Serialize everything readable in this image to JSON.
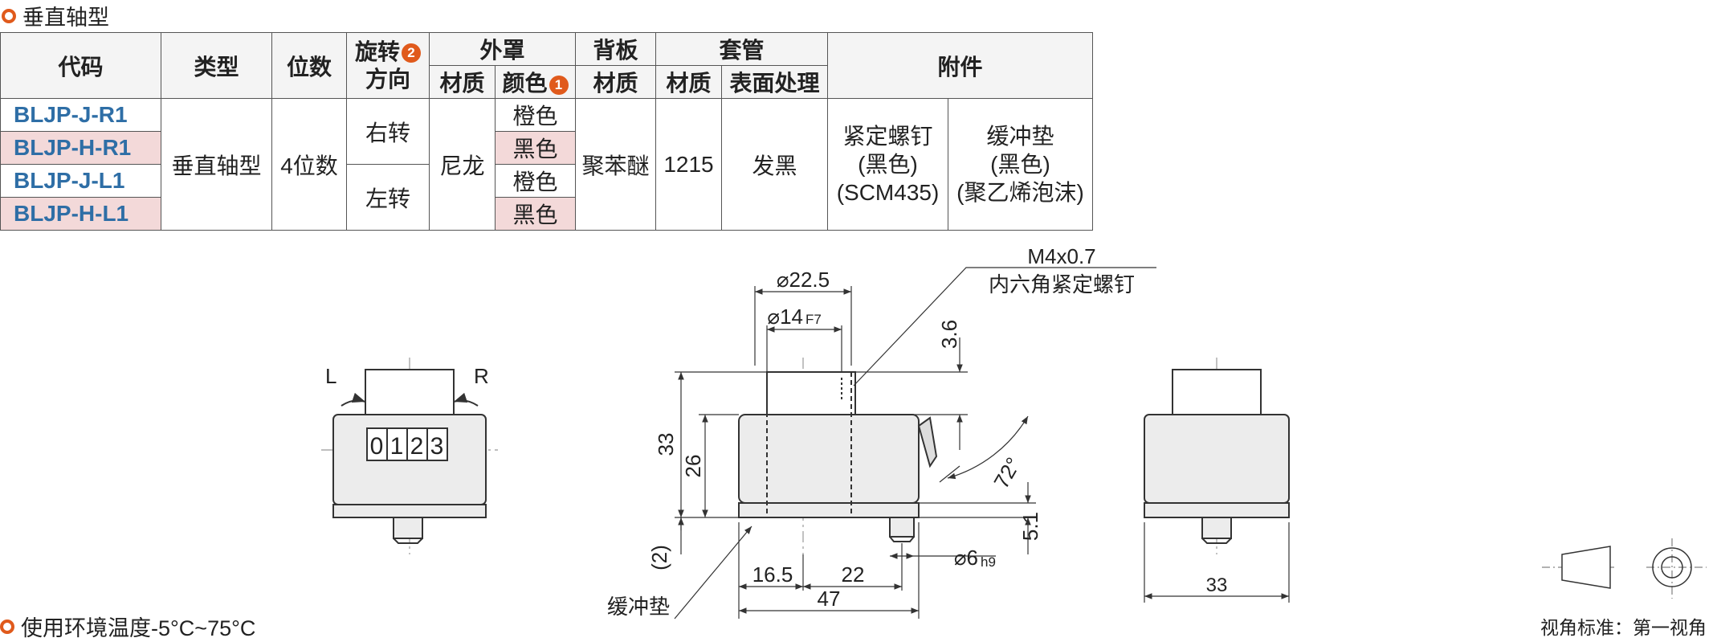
{
  "section_title": "垂直轴型",
  "table": {
    "headers": {
      "code": "代码",
      "type": "类型",
      "digits": "位数",
      "rotation_line1": "旋转",
      "rotation_line2": "方向",
      "rotation_badge": "2",
      "cover": "外罩",
      "cover_material": "材质",
      "cover_color": "颜色",
      "cover_color_badge": "1",
      "back_plate": "背板",
      "back_plate_material": "材质",
      "sleeve": "套管",
      "sleeve_material": "材质",
      "sleeve_surface": "表面处理",
      "accessories": "附件"
    },
    "rows": [
      {
        "code": "BLJP-J-R1",
        "color": "橙色"
      },
      {
        "code": "BLJP-H-R1",
        "color": "黑色"
      },
      {
        "code": "BLJP-J-L1",
        "color": "橙色"
      },
      {
        "code": "BLJP-H-L1",
        "color": "黑色"
      }
    ],
    "type": "垂直轴型",
    "digits": "4位数",
    "rotation_right": "右转",
    "rotation_left": "左转",
    "cover_material": "尼龙",
    "back_plate_material": "聚苯醚",
    "sleeve_material": "1215",
    "sleeve_surface": "发黑",
    "accessory1": {
      "line1": "紧定螺钉",
      "line2": "(黑色)",
      "line3": "(SCM435)"
    },
    "accessory2": {
      "line1": "缓冲垫",
      "line2": "(黑色)",
      "line3": "(聚乙烯泡沫)"
    }
  },
  "drawing": {
    "left_label": "L",
    "right_label": "R",
    "counter_digits": [
      "0",
      "1",
      "2",
      "3"
    ],
    "dim_outer_dia": "⌀22.5",
    "dim_inner_dia": "⌀14",
    "dim_inner_tol": "F7",
    "screw_spec": "M4x0.7",
    "screw_name": "内六角紧定螺钉",
    "dim_3_6": "3.6",
    "dim_33_height": "33",
    "dim_26": "26",
    "dim_72deg": "72°",
    "dim_5_1": "5.1",
    "dim_2": "(2)",
    "dim_shaft_dia": "⌀6",
    "dim_shaft_tol": "h9",
    "dim_16_5": "16.5",
    "dim_22": "22",
    "dim_47": "47",
    "cushion_label": "缓冲垫",
    "dim_33_width": "33"
  },
  "footer_note": "使用环境温度-5°C~75°C",
  "angle_standard": "视角标准：第一视角"
}
